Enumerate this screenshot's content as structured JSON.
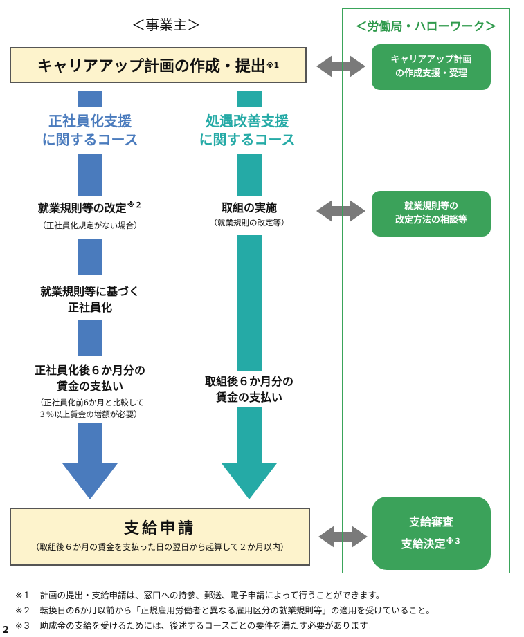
{
  "headers": {
    "left": "＜事業主＞",
    "right": "＜労働局・ハローワーク＞"
  },
  "plan_box": {
    "text": "キャリアアップ計画の作成・提出",
    "mark": "※1"
  },
  "labor_office": {
    "support_plan": [
      "キャリアアップ計画",
      "の作成支援・受理"
    ],
    "consult": [
      "就業規則等の",
      "改定方法の相談等"
    ],
    "review": [
      "支給審査",
      "支給決定"
    ],
    "review_mark": "※３"
  },
  "course_regular": {
    "title": [
      "正社員化支援",
      "に関するコース"
    ],
    "step1": {
      "text": "就業規則等の改定",
      "mark": "※２",
      "note": "（正社員化規定がない場合）"
    },
    "step2": [
      "就業規則等に基づく",
      "正社員化"
    ],
    "step3": [
      "正社員化後６か月分の",
      "賃金の支払い"
    ],
    "step3_note": [
      "（正社員化前6か月と比較して",
      "３％以上賃金の増額が必要）"
    ]
  },
  "course_treatment": {
    "title": [
      "処遇改善支援",
      "に関するコース"
    ],
    "step1": {
      "text": "取組の実施",
      "note": "（就業規則の改定等）"
    },
    "step2": [
      "取組後６か月分の",
      "賃金の支払い"
    ]
  },
  "apply_box": {
    "title": "支給申請",
    "note": "（取組後６か月の賃金を支払った日の翌日から起算して２か月以内）"
  },
  "notes": [
    "※１　計画の提出・支給申請は、窓口への持参、郵送、電子申請によって行うことができます。",
    "※２　転換日の6か月以前から「正規雇用労働者と異なる雇用区分の就業規則等」の適用を受けていること。",
    "※３　助成金の支給を受けるためには、後述するコースごとの要件を満たす必要があります。"
  ],
  "page_number": "2",
  "colors": {
    "blue": "#4a7bbd",
    "teal": "#25aaa6",
    "green": "#3ba25a",
    "cream": "#fdf3cc",
    "gray_arrow": "#7a7a7a"
  }
}
